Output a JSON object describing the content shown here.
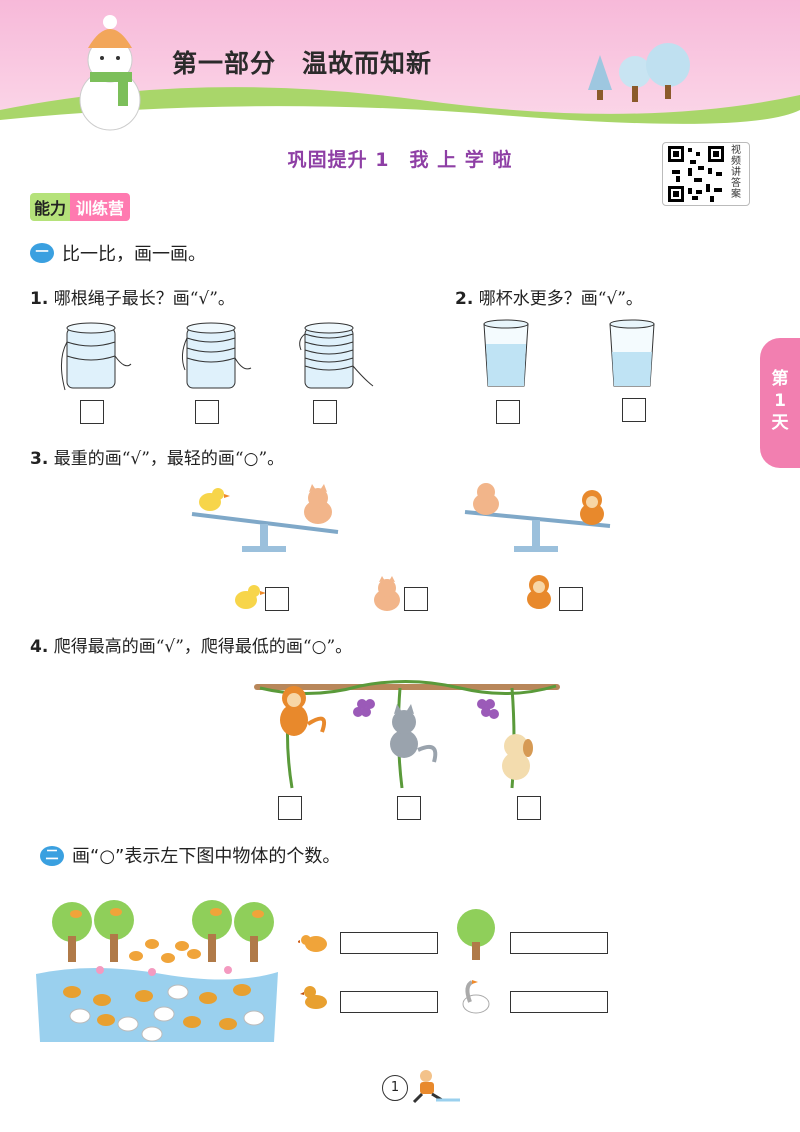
{
  "header": {
    "part_title": "第一部分　温故而知新",
    "lesson_title": "巩固提升 1　我 上 学 啦",
    "qr_caption": "视频讲答案"
  },
  "ability_badge": {
    "part1": "能力",
    "part2": "训练营"
  },
  "day_tab": {
    "line1": "第",
    "line2": "1",
    "line3": "天"
  },
  "section1": {
    "badge": "一",
    "title": "比一比，画一画。",
    "q1": {
      "num": "1.",
      "text": "哪根绳子最长？画“√”。"
    },
    "q2": {
      "num": "2.",
      "text": "哪杯水更多？画“√”。"
    },
    "q3": {
      "num": "3.",
      "text": "最重的画“√”，最轻的画“○”。"
    },
    "q4": {
      "num": "4.",
      "text": "爬得最高的画“√”，爬得最低的画“○”。"
    }
  },
  "section2": {
    "badge": "二",
    "title": "画“○”表示左下图中物体的个数。"
  },
  "page_number": "1",
  "colors": {
    "accent_purple": "#8e3fa5",
    "badge_blue": "#3aa0e0",
    "tab_pink": "#f27fb0"
  }
}
